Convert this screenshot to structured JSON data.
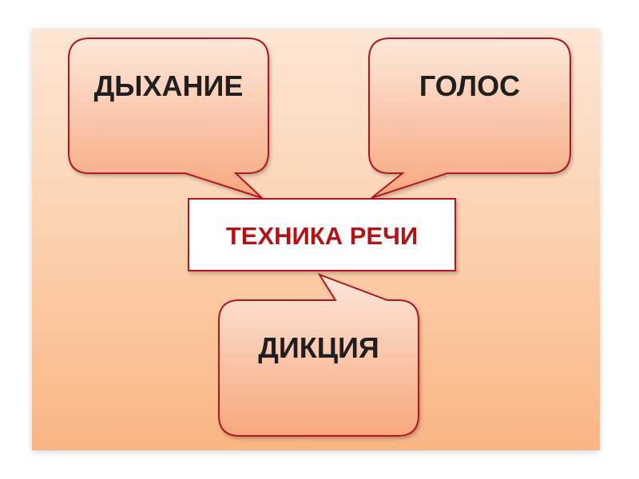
{
  "diagram": {
    "center": {
      "label": "ТЕХНИКА РЕЧИ"
    },
    "callouts": [
      {
        "id": "breath",
        "label": "ДЫХАНИЕ"
      },
      {
        "id": "voice",
        "label": "ГОЛОС"
      },
      {
        "id": "diction",
        "label": "ДИКЦИЯ"
      }
    ]
  },
  "colors": {
    "background_top": "#fde6d6",
    "background_bottom": "#f9b584",
    "bubble_fill_top": "#fde7da",
    "bubble_fill_bottom": "#f7a77d",
    "bubble_stroke": "#b3191d",
    "center_fill": "#ffffff",
    "center_text": "#b31217",
    "bubble_text": "#1f1f1f"
  }
}
